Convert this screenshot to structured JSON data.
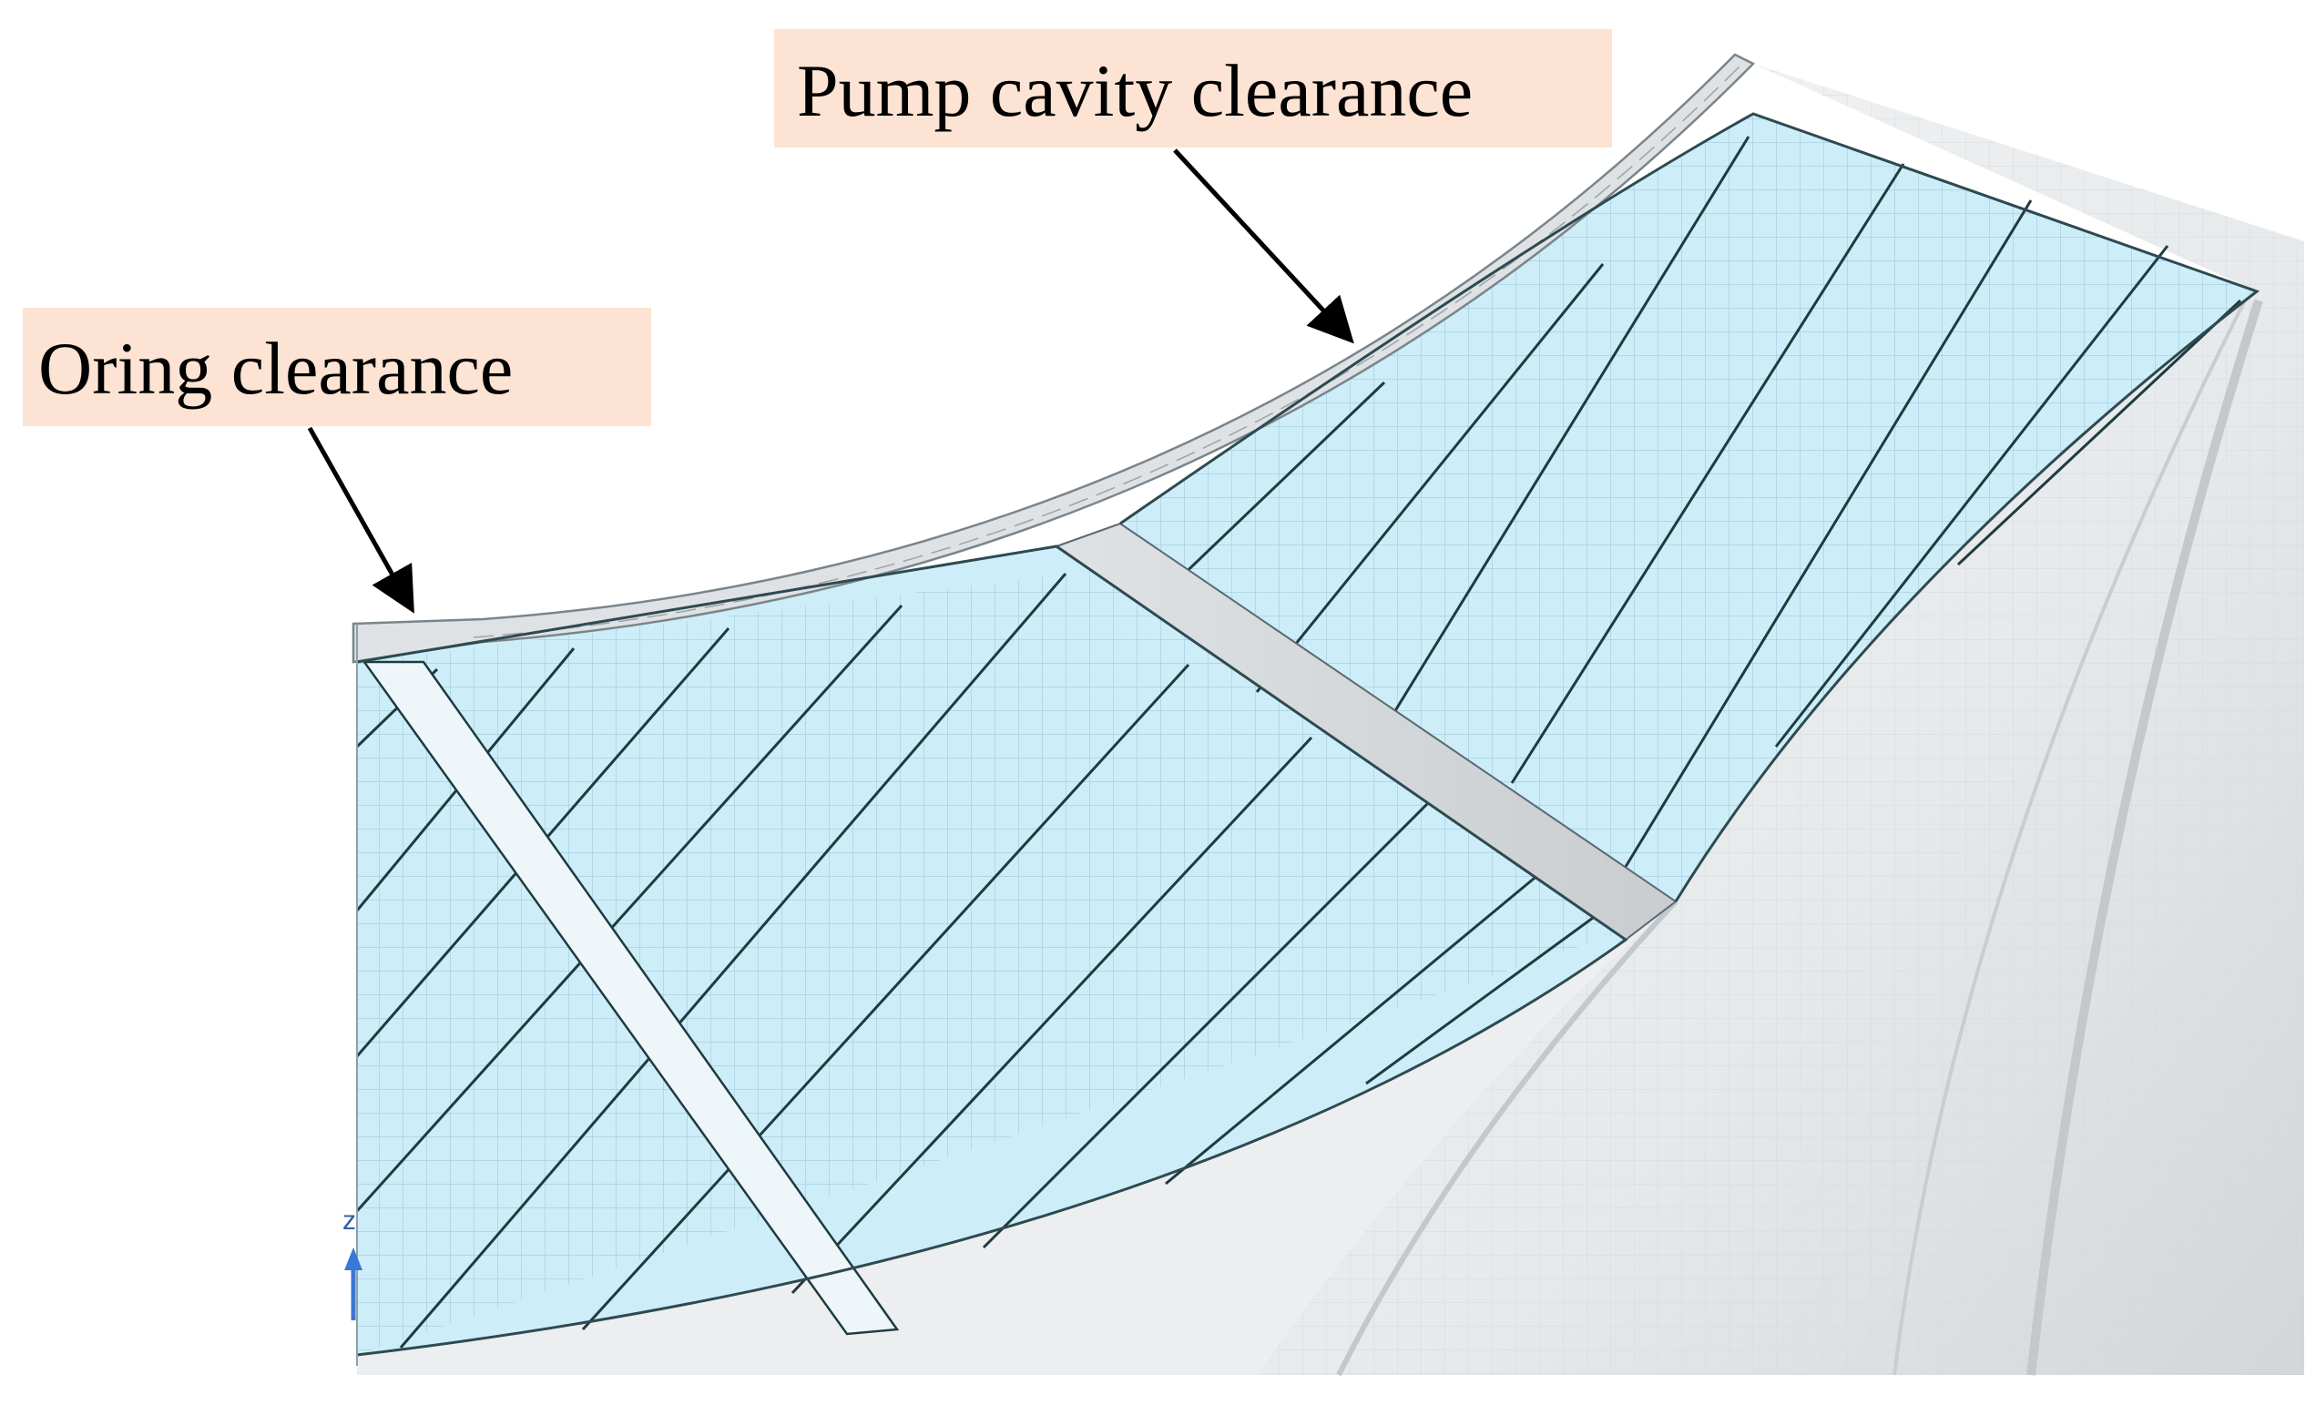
{
  "labels": {
    "pump_cavity_clearance": "Pump cavity clearance",
    "oring_clearance": "Oring clearance",
    "axis_z": "z"
  },
  "colors": {
    "page_background": "#ffffff",
    "fluid_fill": "#cdeef9",
    "mesh_grid": "#a9cfe0",
    "blade_lines": "#1f3b40",
    "solid_gray": "#d6dadd",
    "label_background": "#fde3d3",
    "arrow": "#000000",
    "axis_indicator": "#3a78d6"
  }
}
